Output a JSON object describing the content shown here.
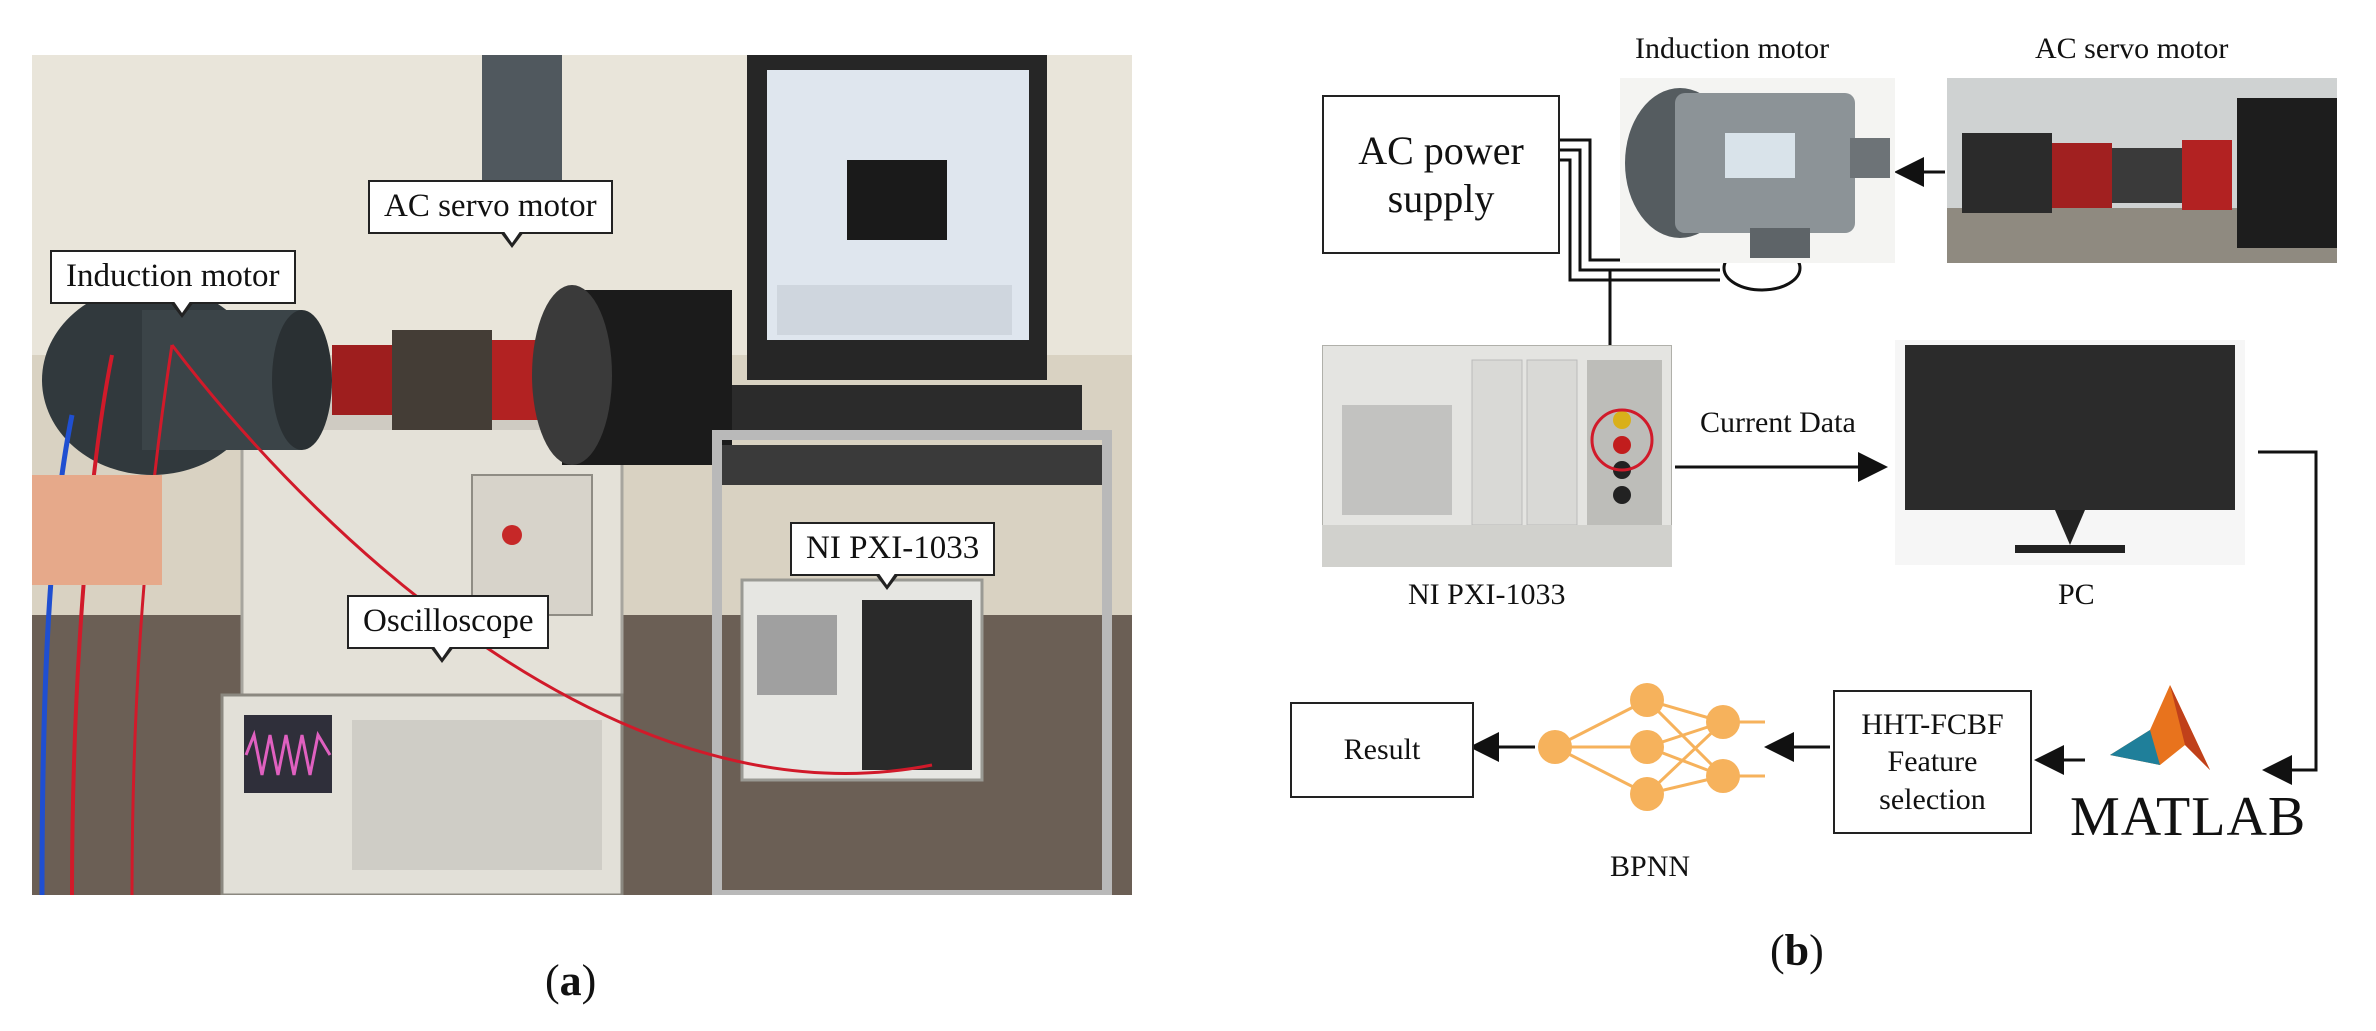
{
  "panel_a": {
    "caption_letter": "a",
    "labels": {
      "induction_motor": "Induction motor",
      "ac_servo_motor": "AC servo motor",
      "ni_pxi": "NI PXI-1033",
      "oscilloscope": "Oscilloscope"
    }
  },
  "panel_b": {
    "caption_letter": "b",
    "nodes": {
      "ac_power_supply": "AC power supply",
      "induction_motor": "Induction motor",
      "ac_servo_motor": "AC servo motor",
      "ni_pxi": "NI PXI-1033",
      "current_data": "Current Data",
      "pc": "PC",
      "matlab": "MATLAB",
      "hht_fcbf": "HHT-FCBF Feature selection",
      "bpnn": "BPNN",
      "result": "Result"
    }
  },
  "colors": {
    "wire_red": "#d11a2a",
    "matlab_orange": "#e8731d",
    "bpnn_orange": "#f6b25c"
  }
}
